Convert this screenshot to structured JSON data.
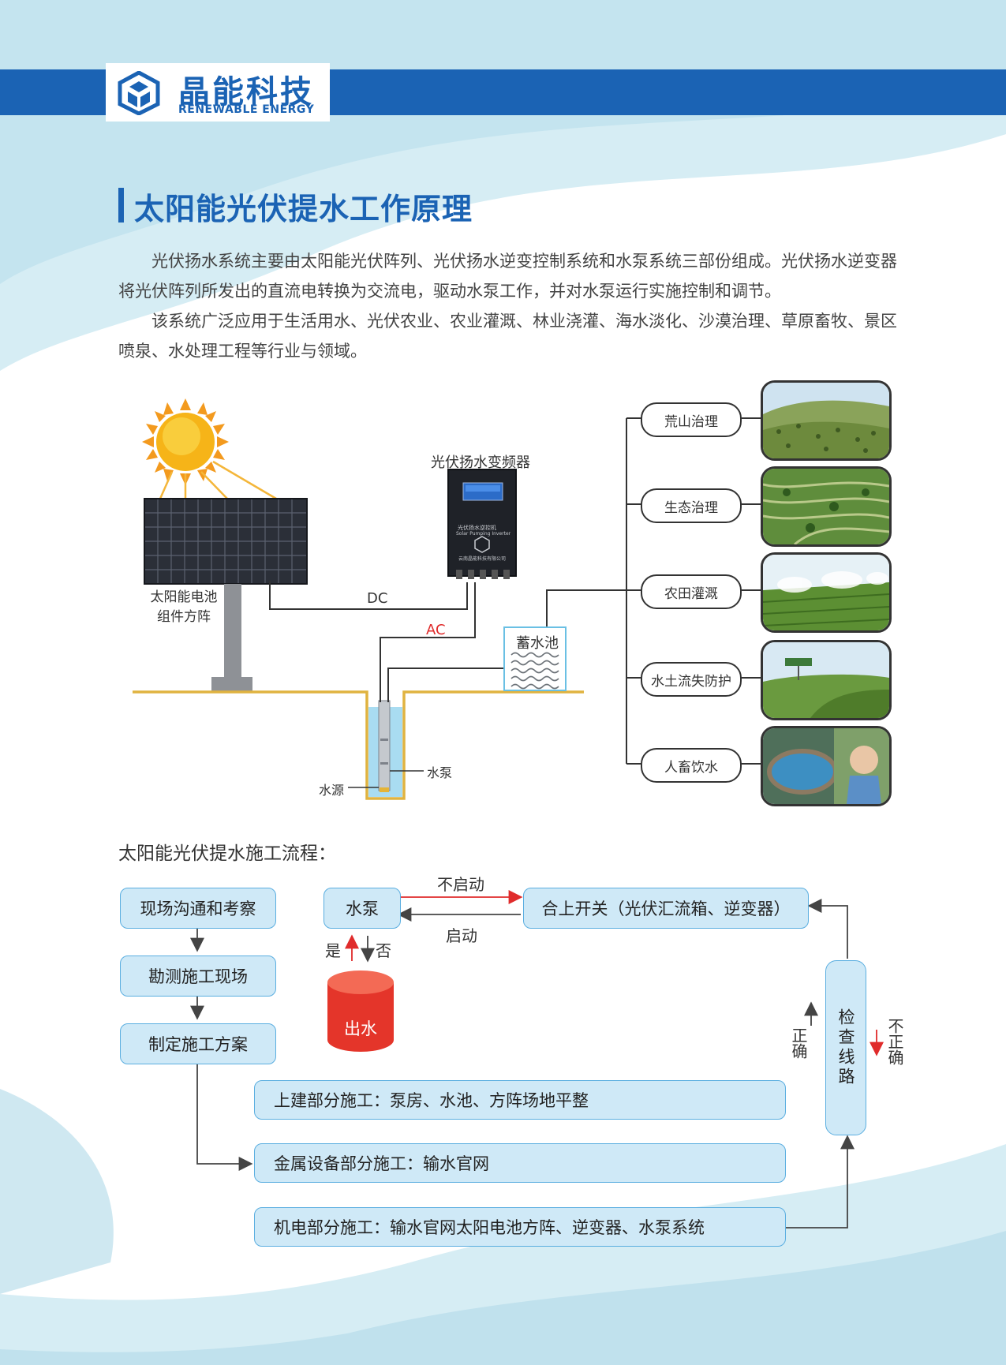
{
  "header": {
    "brand_cn": "晶能科技",
    "brand_en": "RENEWABLE ENERGY"
  },
  "section": {
    "title": "太阳能光伏提水工作原理",
    "paragraphs": [
      "光伏扬水系统主要由太阳能光伏阵列、光伏扬水逆变控制系统和水泵系统三部份组成。光伏扬水逆变器将光伏阵列所发出的直流电转换为交流电，驱动水泵工作，并对水泵运行实施控制和调节。",
      "该系统广泛应用于生活用水、光伏农业、农业灌溉、林业浇灌、海水淡化、沙漠治理、草原畜牧、景区喷泉、水处理工程等行业与领域。"
    ]
  },
  "diagram": {
    "panel_label_1": "太阳能电池",
    "panel_label_2": "组件方阵",
    "inverter_label": "光伏扬水变频器",
    "inverter_face_1": "光伏扬水逆控机",
    "inverter_face_2": "Solar Pumping Inverter",
    "inverter_face_3": "云南晶能科技有限公司",
    "dc_label": "DC",
    "ac_label": "AC",
    "tank_label": "蓄水池",
    "pump_label": "水泵",
    "source_label": "水源",
    "applications": [
      "荒山治理",
      "生态治理",
      "农田灌溉",
      "水土流失防护",
      "人畜饮水"
    ]
  },
  "process": {
    "subtitle": "太阳能光伏提水施工流程：",
    "steps_left": [
      "现场沟通和考察",
      "勘测施工现场",
      "制定施工方案"
    ],
    "pump": "水泵",
    "switch": "合上开关（光伏汇流箱、逆变器）",
    "arrow_top": "不启动",
    "arrow_bottom": "启动",
    "yes": "是",
    "no": "否",
    "water_out": "出水",
    "check": "检查线路",
    "correct": "正确",
    "incorrect": "不正确",
    "stages": [
      "上建部分施工：泵房、水池、方阵场地平整",
      "金属设备部分施工：输水官网",
      "机电部分施工：输水官网太阳电池方阵、逆变器、水泵系统"
    ]
  },
  "colors": {
    "brand_blue": "#1b63b4",
    "flow_box": "#cfe9f7",
    "flow_border": "#5aaee0",
    "red": "#e02b2b"
  }
}
